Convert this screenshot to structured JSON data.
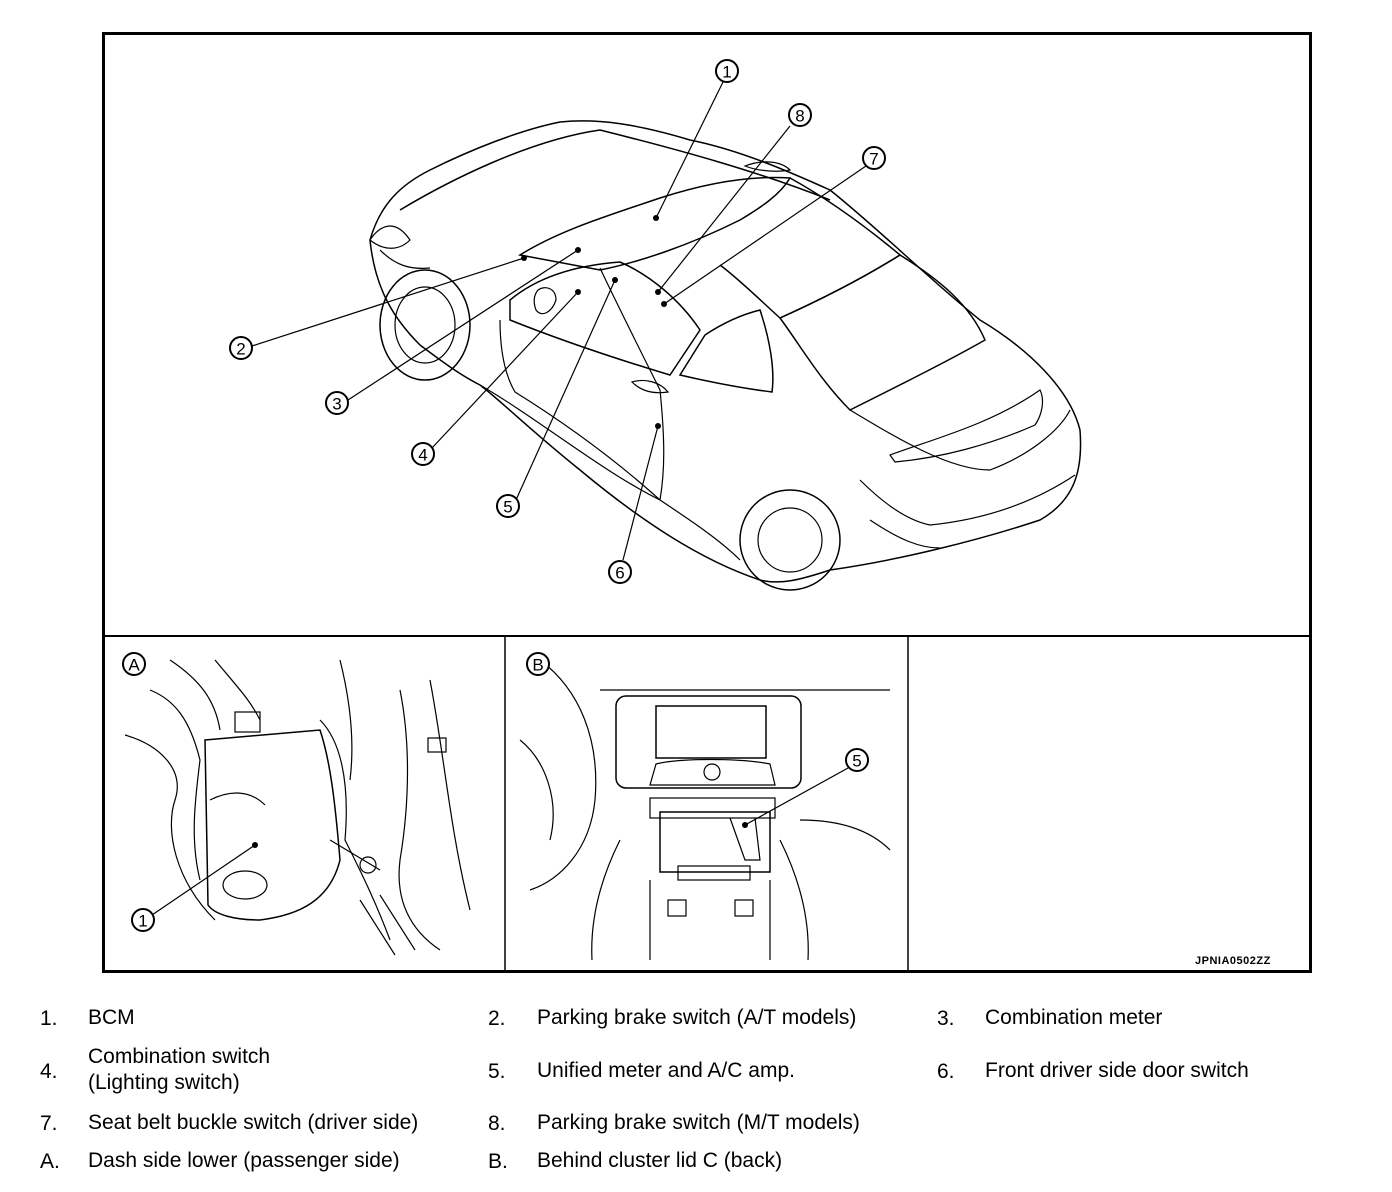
{
  "figure_code": "JPNIA0502ZZ",
  "callouts": {
    "c1": "1",
    "c2": "2",
    "c3": "3",
    "c4": "4",
    "c5": "5",
    "c6": "6",
    "c7": "7",
    "c8": "8",
    "a1": "1",
    "b5": "5"
  },
  "panels": {
    "a": "A",
    "b": "B"
  },
  "legend": [
    {
      "num": "1.",
      "text": "BCM"
    },
    {
      "num": "2.",
      "text": "Parking brake switch (A/T models)"
    },
    {
      "num": "3.",
      "text": "Combination meter"
    },
    {
      "num": "4.",
      "text": "Combination switch\n(Lighting switch)"
    },
    {
      "num": "5.",
      "text": "Unified meter and A/C amp."
    },
    {
      "num": "6.",
      "text": "Front driver side door switch"
    },
    {
      "num": "7.",
      "text": "Seat belt buckle switch (driver side)"
    },
    {
      "num": "8.",
      "text": "Parking brake switch (M/T models)"
    },
    {
      "num": "A.",
      "text": "Dash side lower (passenger side)"
    },
    {
      "num": "B.",
      "text": "Behind cluster lid C (back)"
    }
  ]
}
